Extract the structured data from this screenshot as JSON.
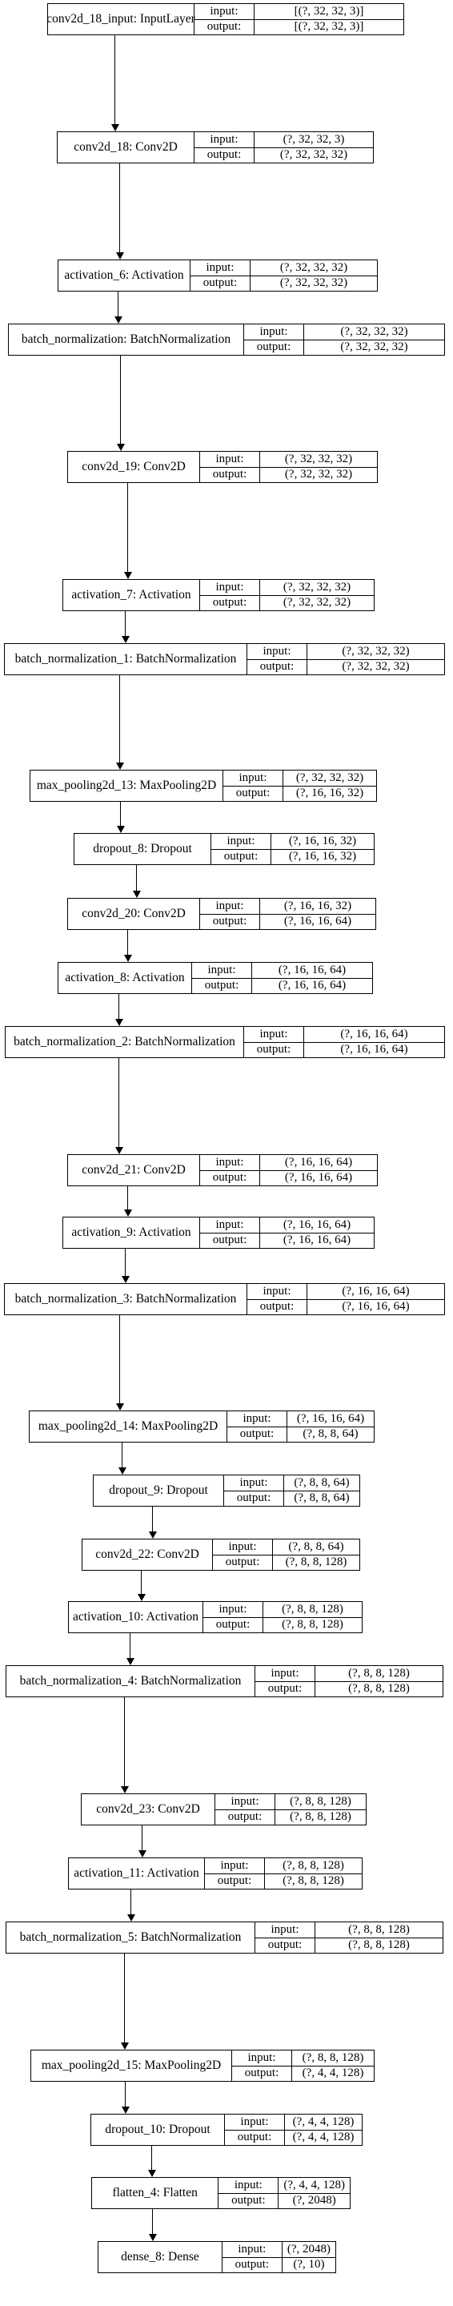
{
  "nodes": [
    {
      "name": "conv2d_18_input: InputLayer",
      "input": "[(?, 32, 32, 3)]",
      "output": "[(?, 32, 32, 3)]"
    },
    {
      "name": "conv2d_18: Conv2D",
      "input": "(?, 32, 32, 3)",
      "output": "(?, 32, 32, 32)"
    },
    {
      "name": "activation_6: Activation",
      "input": "(?, 32, 32, 32)",
      "output": "(?, 32, 32, 32)"
    },
    {
      "name": "batch_normalization: BatchNormalization",
      "input": "(?, 32, 32, 32)",
      "output": "(?, 32, 32, 32)"
    },
    {
      "name": "conv2d_19: Conv2D",
      "input": "(?, 32, 32, 32)",
      "output": "(?, 32, 32, 32)"
    },
    {
      "name": "activation_7: Activation",
      "input": "(?, 32, 32, 32)",
      "output": "(?, 32, 32, 32)"
    },
    {
      "name": "batch_normalization_1: BatchNormalization",
      "input": "(?, 32, 32, 32)",
      "output": "(?, 32, 32, 32)"
    },
    {
      "name": "max_pooling2d_13: MaxPooling2D",
      "input": "(?, 32, 32, 32)",
      "output": "(?, 16, 16, 32)"
    },
    {
      "name": "dropout_8: Dropout",
      "input": "(?, 16, 16, 32)",
      "output": "(?, 16, 16, 32)"
    },
    {
      "name": "conv2d_20: Conv2D",
      "input": "(?, 16, 16, 32)",
      "output": "(?, 16, 16, 64)"
    },
    {
      "name": "activation_8: Activation",
      "input": "(?, 16, 16, 64)",
      "output": "(?, 16, 16, 64)"
    },
    {
      "name": "batch_normalization_2: BatchNormalization",
      "input": "(?, 16, 16, 64)",
      "output": "(?, 16, 16, 64)"
    },
    {
      "name": "conv2d_21: Conv2D",
      "input": "(?, 16, 16, 64)",
      "output": "(?, 16, 16, 64)"
    },
    {
      "name": "activation_9: Activation",
      "input": "(?, 16, 16, 64)",
      "output": "(?, 16, 16, 64)"
    },
    {
      "name": "batch_normalization_3: BatchNormalization",
      "input": "(?, 16, 16, 64)",
      "output": "(?, 16, 16, 64)"
    },
    {
      "name": "max_pooling2d_14: MaxPooling2D",
      "input": "(?, 16, 16, 64)",
      "output": "(?, 8, 8, 64)"
    },
    {
      "name": "dropout_9: Dropout",
      "input": "(?, 8, 8, 64)",
      "output": "(?, 8, 8, 64)"
    },
    {
      "name": "conv2d_22: Conv2D",
      "input": "(?, 8, 8, 64)",
      "output": "(?, 8, 8, 128)"
    },
    {
      "name": "activation_10: Activation",
      "input": "(?, 8, 8, 128)",
      "output": "(?, 8, 8, 128)"
    },
    {
      "name": "batch_normalization_4: BatchNormalization",
      "input": "(?, 8, 8, 128)",
      "output": "(?, 8, 8, 128)"
    },
    {
      "name": "conv2d_23: Conv2D",
      "input": "(?, 8, 8, 128)",
      "output": "(?, 8, 8, 128)"
    },
    {
      "name": "activation_11: Activation",
      "input": "(?, 8, 8, 128)",
      "output": "(?, 8, 8, 128)"
    },
    {
      "name": "batch_normalization_5: BatchNormalization",
      "input": "(?, 8, 8, 128)",
      "output": "(?, 8, 8, 128)"
    },
    {
      "name": "max_pooling2d_15: MaxPooling2D",
      "input": "(?, 8, 8, 128)",
      "output": "(?, 4, 4, 128)"
    },
    {
      "name": "dropout_10: Dropout",
      "input": "(?, 4, 4, 128)",
      "output": "(?, 4, 4, 128)"
    },
    {
      "name": "flatten_4: Flatten",
      "input": "(?, 4, 4, 128)",
      "output": "(?, 2048)"
    },
    {
      "name": "dense_8: Dense",
      "input": "(?, 2048)",
      "output": "(?, 10)"
    }
  ],
  "labels": {
    "input": "input:",
    "output": "output:"
  }
}
